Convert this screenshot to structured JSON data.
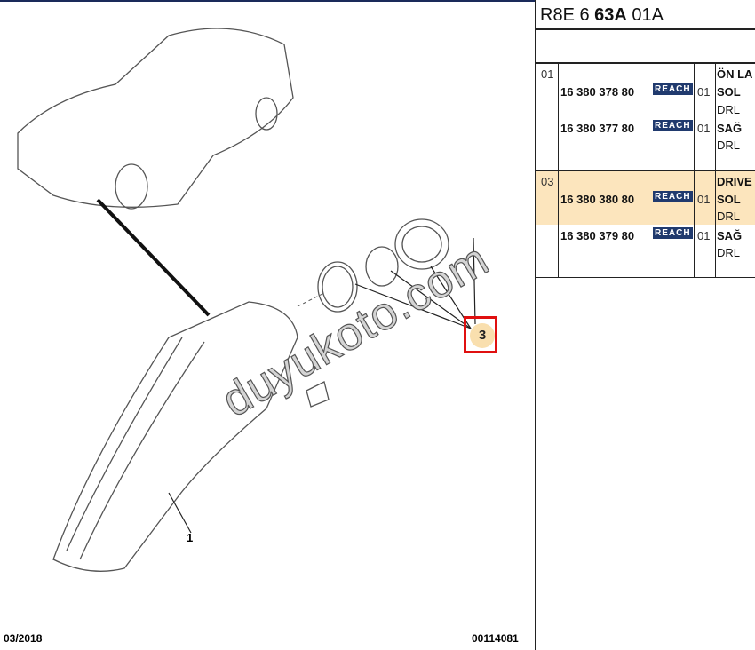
{
  "diagram": {
    "callout_number": "3",
    "part_label": "1",
    "watermark": "duyukoto.com",
    "footer_date": "03/2018",
    "footer_code": "00114081",
    "highlight_color": "#fce5bd",
    "callout_color": "#e01010"
  },
  "panel": {
    "title_prefix": "R8E 6",
    "title_bold": "63A",
    "title_suffix": "01A",
    "rows": [
      {
        "index": "01",
        "heading": "ÖN LA",
        "parts": [
          {
            "ref": "16 380 378 80",
            "badge": "REACH",
            "qty": "01",
            "side": "SOL",
            "note": "DRL"
          },
          {
            "ref": "16 380 377 80",
            "badge": "REACH",
            "qty": "01",
            "side": "SAĞ",
            "note": "DRL"
          }
        ]
      },
      {
        "index": "03",
        "heading": "DRIVE",
        "parts": [
          {
            "ref": "16 380 380 80",
            "badge": "REACH",
            "qty": "01",
            "side": "SOL",
            "note": "DRL"
          },
          {
            "ref": "16 380 379 80",
            "badge": "REACH",
            "qty": "01",
            "side": "SAĞ",
            "note": "DRL"
          }
        ]
      }
    ]
  }
}
